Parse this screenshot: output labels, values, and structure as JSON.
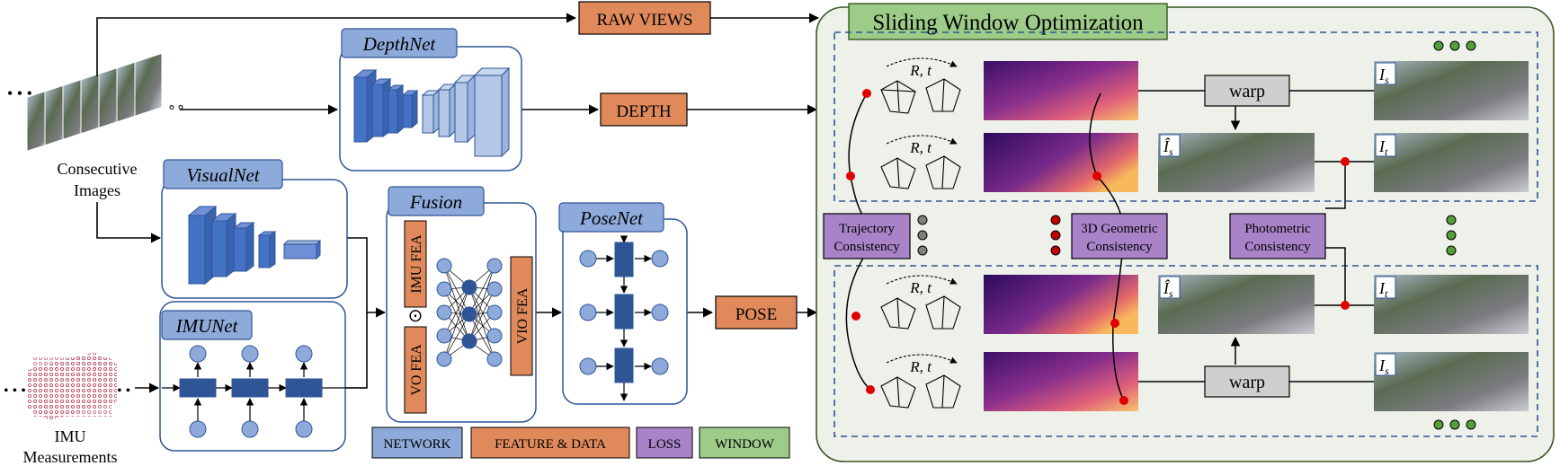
{
  "modules": {
    "depthnet": "DepthNet",
    "visualnet": "VisualNet",
    "imunet": "IMUNet",
    "fusion": "Fusion",
    "posenet": "PoseNet"
  },
  "features": {
    "imu_fea": "IMU FEA",
    "vo_fea": "VO FEA",
    "vio_fea": "VIO FEA",
    "odot": "⊙"
  },
  "data_boxes": {
    "raw_views": "RAW VIEWS",
    "depth": "DEPTH",
    "pose": "POSE"
  },
  "inputs": {
    "images_line1": "Consecutive",
    "images_line2": "Images",
    "imu_line1": "IMU",
    "imu_line2": "Measurements"
  },
  "window": {
    "title": "Sliding Window Optimization",
    "warp_top": "warp",
    "warp_bottom": "warp",
    "rt": "R, t"
  },
  "image_labels": {
    "is_top": "I",
    "is_top_sub": "s",
    "ihat_top": "Î",
    "ihat_top_sub": "s",
    "it_top": "I",
    "it_top_sub": "t",
    "ihat_bot": "Î",
    "ihat_bot_sub": "s",
    "it_bot": "I",
    "it_bot_sub": "t",
    "is_bot": "I",
    "is_bot_sub": "s"
  },
  "losses": {
    "trajectory_l1": "Trajectory",
    "trajectory_l2": "Consistency",
    "geometric_l1": "3D Geometric",
    "geometric_l2": "Consistency",
    "photometric_l1": "Photometric",
    "photometric_l2": "Consistency"
  },
  "legend": {
    "network": "NETWORK",
    "feature": "FEATURE & DATA",
    "loss": "LOSS",
    "window": "WINDOW"
  },
  "colors": {
    "network": "#8eaadb",
    "data": "#e08a5c",
    "loss": "#a983c8",
    "window": "#9dcc88",
    "block": "#2f5597",
    "node": "#8eaadb",
    "panel": "#eef0ea"
  }
}
